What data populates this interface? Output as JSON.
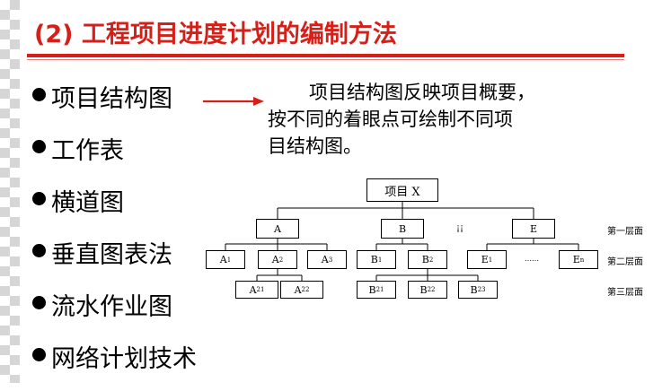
{
  "title": "(2) 工程项目进度计划的编制方法",
  "bullets": [
    "项目结构图",
    "工作表",
    "横道图",
    "垂直图表法",
    "流水作业图",
    "网络计划技术"
  ],
  "description_lines": [
    "项目结构图反映项目概要，",
    "按不同的着眼点可绘制不同项",
    "目结构图。"
  ],
  "tree": {
    "root": "项目 X",
    "level1": {
      "A": {
        "base": "A",
        "sub": ""
      },
      "B": {
        "base": "B",
        "sub": ""
      },
      "E": {
        "base": "E",
        "sub": ""
      },
      "gap": "¡¡"
    },
    "level2": {
      "A1": {
        "base": "A",
        "sub": "1"
      },
      "A2": {
        "base": "A",
        "sub": "2"
      },
      "A3": {
        "base": "A",
        "sub": "3"
      },
      "B1": {
        "base": "B",
        "sub": "1"
      },
      "B2": {
        "base": "B",
        "sub": "2"
      },
      "E1": {
        "base": "E",
        "sub": "1"
      },
      "Edots": "……",
      "En": {
        "base": "E",
        "sub": "n"
      }
    },
    "level3": {
      "A21": {
        "base": "A",
        "sub": "21"
      },
      "A22": {
        "base": "A",
        "sub": "22"
      },
      "B21": {
        "base": "B",
        "sub": "21"
      },
      "B22": {
        "base": "B",
        "sub": "22"
      },
      "B23": {
        "base": "B",
        "sub": "23"
      }
    },
    "level_labels": [
      "第一层面",
      "第二层面",
      "第三层面"
    ]
  },
  "colors": {
    "accent": "#d42018",
    "text": "#000000"
  }
}
